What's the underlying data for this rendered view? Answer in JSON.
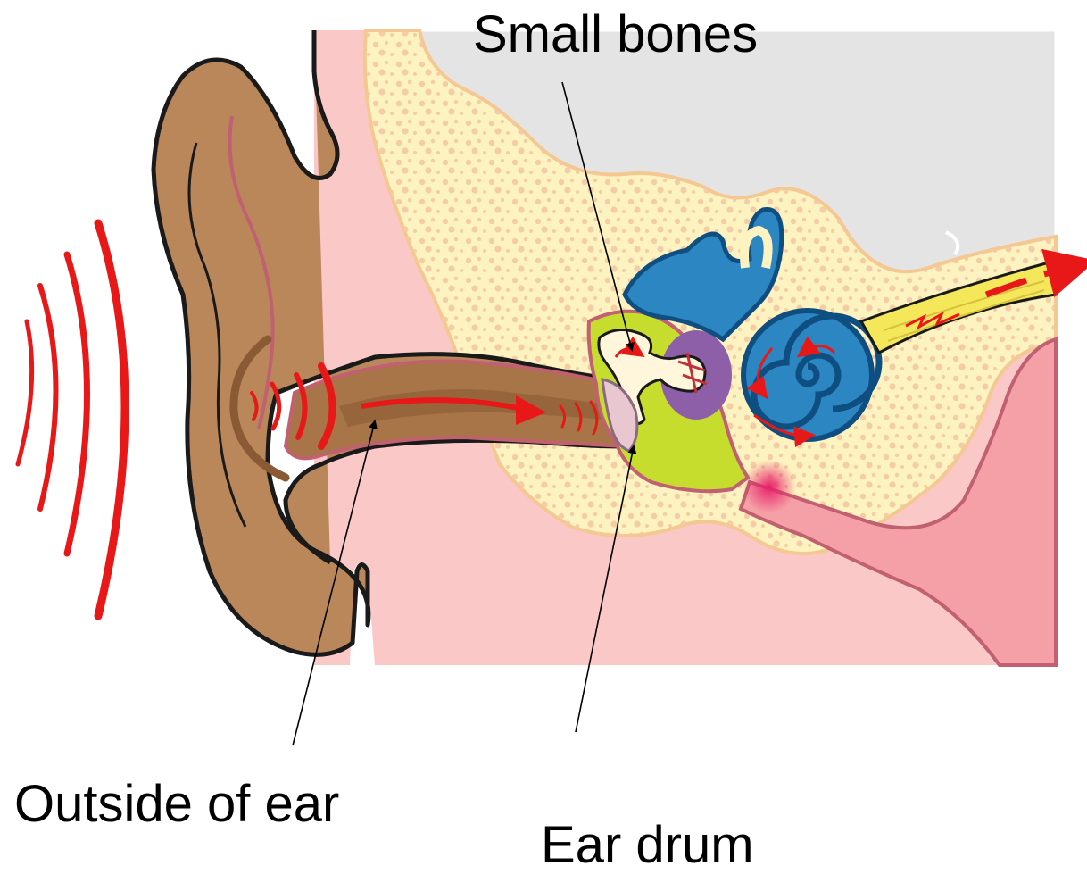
{
  "labels": {
    "small_bones": "Small bones",
    "outside_of_ear": "Outside of ear",
    "ear_drum": "Ear drum"
  },
  "colors": {
    "skin": "#fbc8c8",
    "outer_ear": "#b9875a",
    "outer_ear_dark": "#8a5a35",
    "bone": "#fcf3c0",
    "bone_dots": "#f3c8a2",
    "brain": "#e4e4e4",
    "inner_ear": "#2b86c2",
    "inner_ear_dark": "#0f4e80",
    "middle_ear": "#c7dd2e",
    "ossicles": "#fff6dc",
    "vestibule": "#8c5fa8",
    "nerve": "#f4e85a",
    "sound": "#e81818",
    "outline": "#c06070",
    "tube": "#f5a0a6"
  }
}
